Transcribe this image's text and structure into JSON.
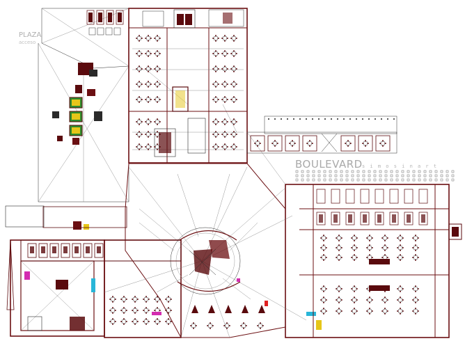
{
  "labels": {
    "boulevard": "BOULEVARD",
    "boulevard_sub": "s i m o s i n a r t",
    "plaza": "PLAZA",
    "acceso": "acceso"
  },
  "colors": {
    "wall": "#6b0f12",
    "furniture": "#5a0a0d",
    "line": "#2a2a2a",
    "accent_yellow": "#e6c619",
    "accent_green": "#2e8b2e",
    "accent_magenta": "#d42cb0",
    "accent_cyan": "#29b6d8",
    "accent_red": "#e02020"
  }
}
